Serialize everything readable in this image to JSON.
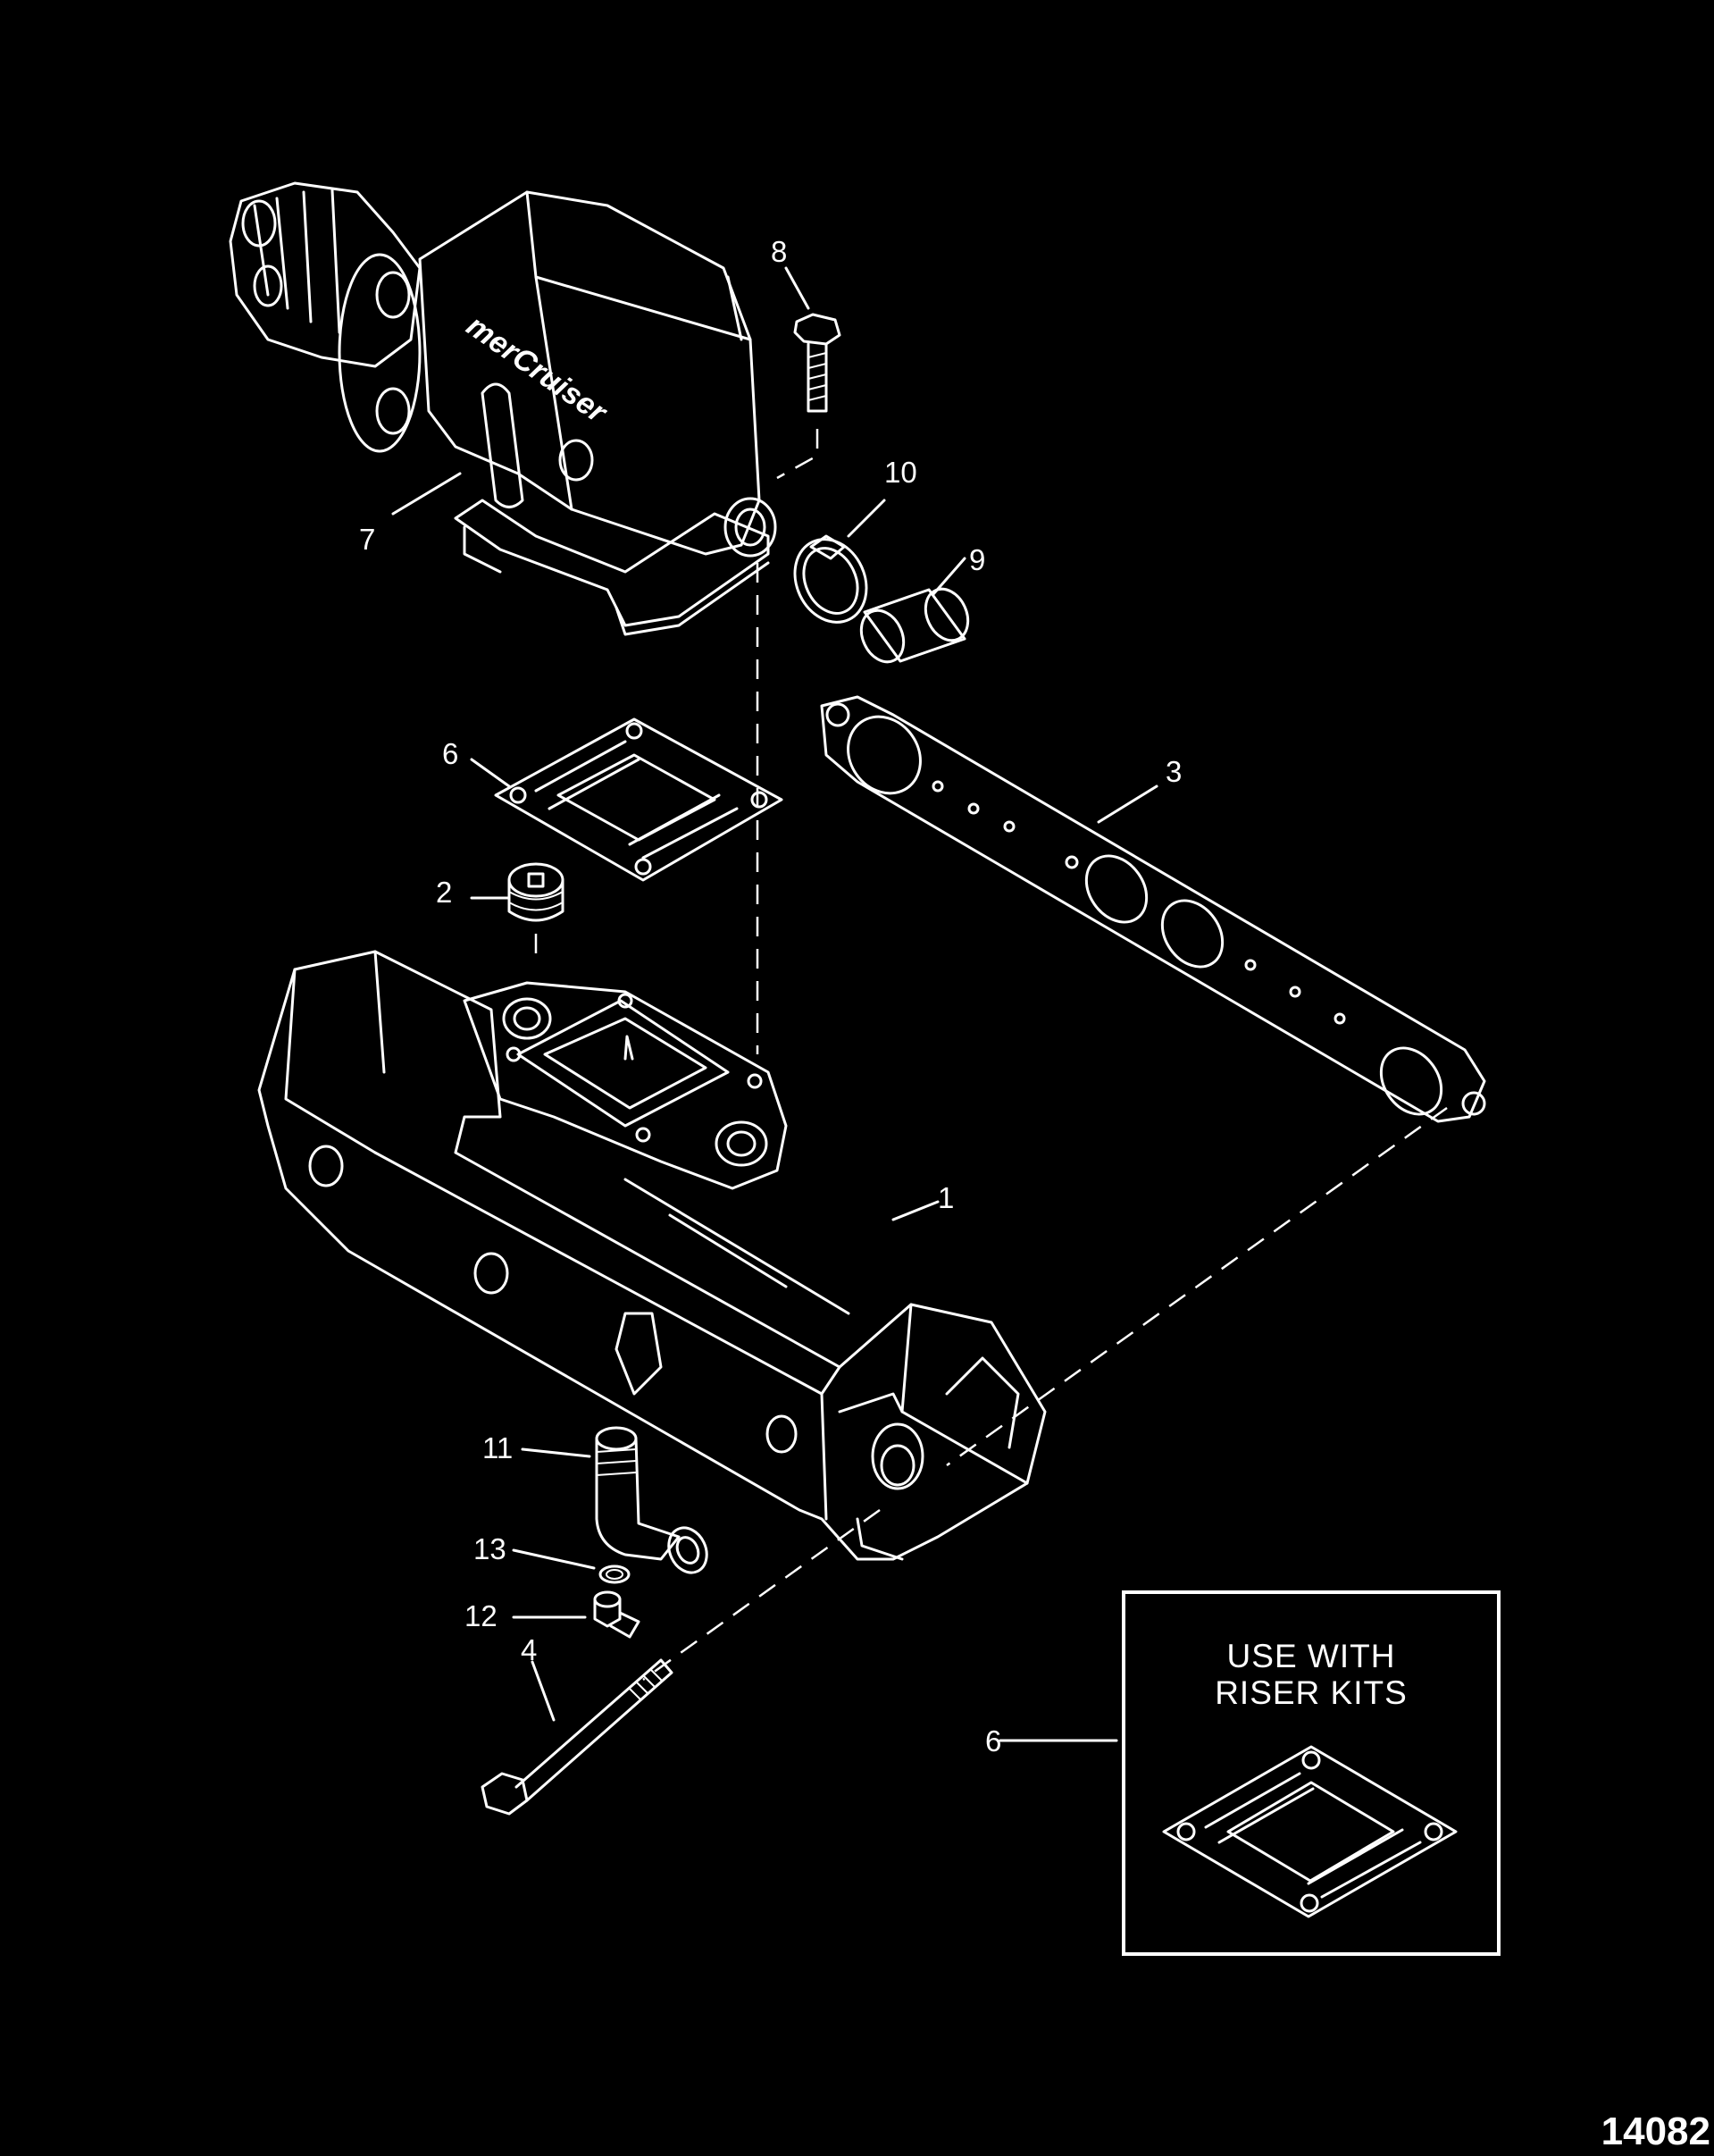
{
  "diagram": {
    "callouts": [
      {
        "id": "c1",
        "label": "1"
      },
      {
        "id": "c2",
        "label": "2"
      },
      {
        "id": "c3",
        "label": "3"
      },
      {
        "id": "c4",
        "label": "4"
      },
      {
        "id": "c6a",
        "label": "6"
      },
      {
        "id": "c6b",
        "label": "6"
      },
      {
        "id": "c7",
        "label": "7"
      },
      {
        "id": "c8",
        "label": "8"
      },
      {
        "id": "c9",
        "label": "9"
      },
      {
        "id": "c10",
        "label": "10"
      },
      {
        "id": "c11",
        "label": "11"
      },
      {
        "id": "c12",
        "label": "12"
      },
      {
        "id": "c13",
        "label": "13"
      }
    ],
    "inset_note": {
      "line1": "USE WITH",
      "line2": "RISER KITS"
    },
    "riser_logo": "merCruiser",
    "figure_id": "14082"
  },
  "colors": {
    "background": "#000000",
    "linework": "#ffffff"
  }
}
